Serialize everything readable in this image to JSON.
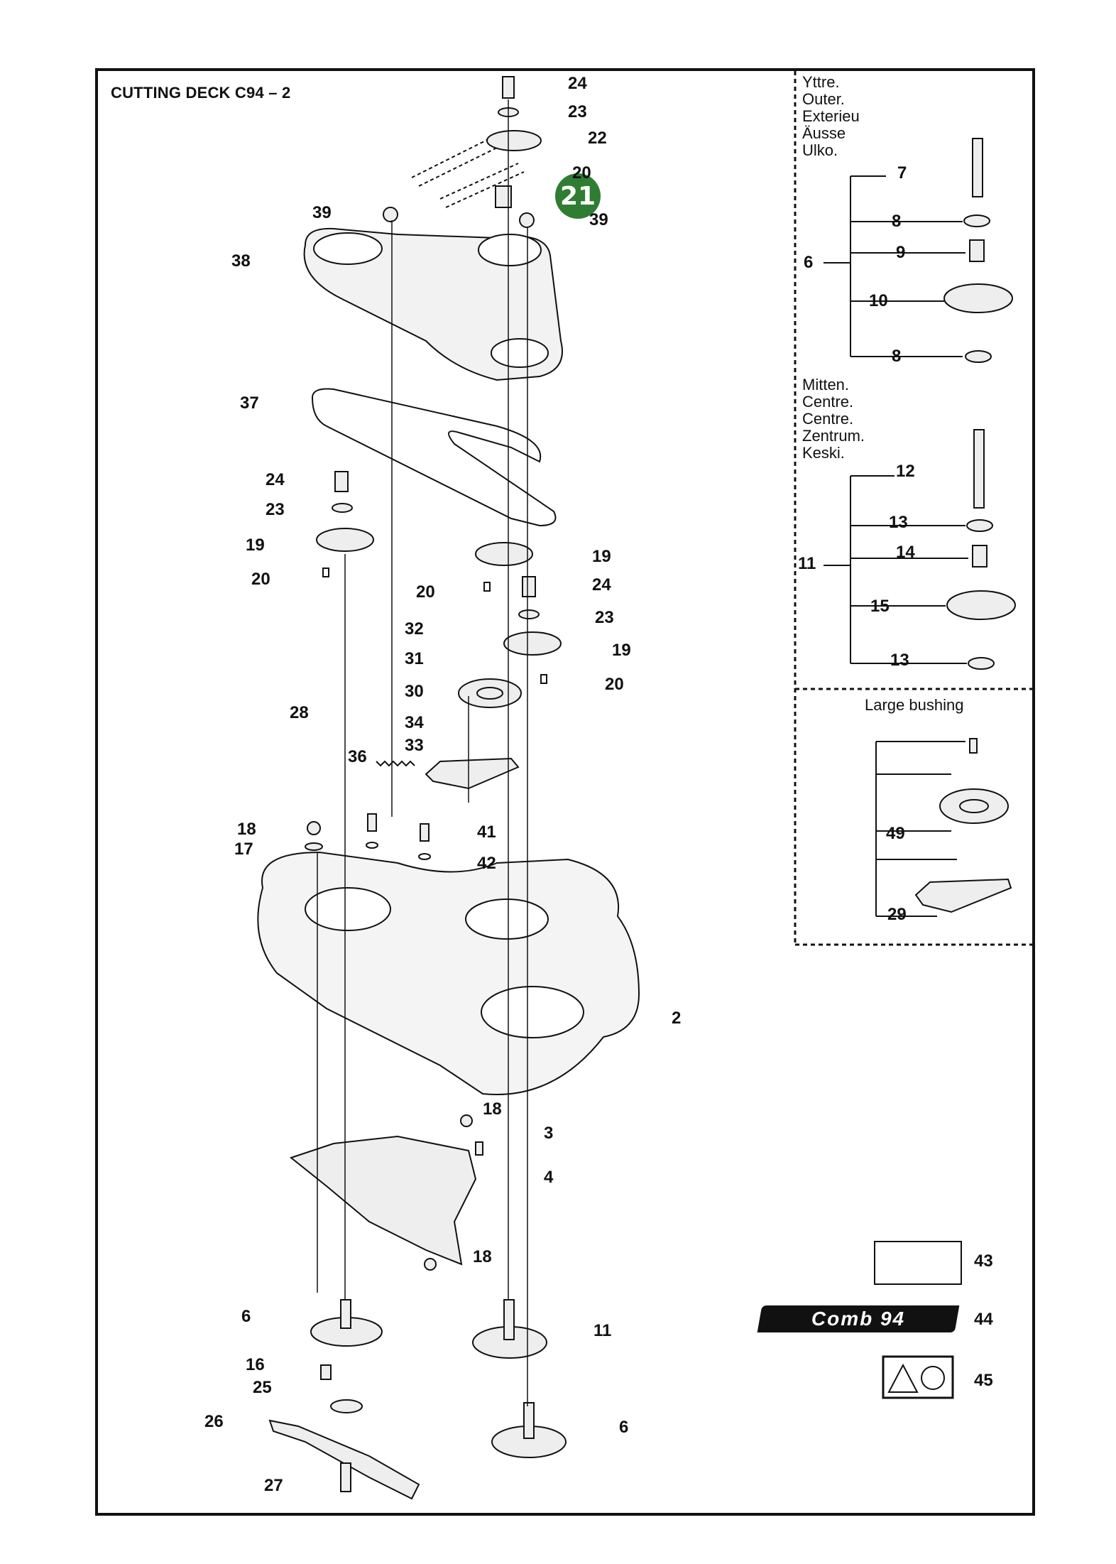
{
  "title": "CUTTING DECK C94 – 2",
  "highlight": {
    "label": "21",
    "color": "#2f7d32"
  },
  "sections": {
    "outer": [
      "Yttre.",
      "Outer.",
      "Exterieu",
      "Äusse",
      "Ulko."
    ],
    "centre": [
      "Mitten.",
      "Centre.",
      "Centre.",
      "Zentrum.",
      "Keski."
    ],
    "large_bushing": "Large bushing"
  },
  "decal_text": "Comb 94",
  "labels": [
    {
      "id": "l24a",
      "text": "24"
    },
    {
      "id": "l23a",
      "text": "23"
    },
    {
      "id": "l22",
      "text": "22"
    },
    {
      "id": "l20a",
      "text": "20"
    },
    {
      "id": "l39a",
      "text": "39"
    },
    {
      "id": "l39b",
      "text": "39"
    },
    {
      "id": "l38",
      "text": "38"
    },
    {
      "id": "l37",
      "text": "37"
    },
    {
      "id": "l24b",
      "text": "24"
    },
    {
      "id": "l23b",
      "text": "23"
    },
    {
      "id": "l19a",
      "text": "19"
    },
    {
      "id": "l20b",
      "text": "20"
    },
    {
      "id": "l19b",
      "text": "19"
    },
    {
      "id": "l20c",
      "text": "20"
    },
    {
      "id": "l24c",
      "text": "24"
    },
    {
      "id": "l23c",
      "text": "23"
    },
    {
      "id": "l19c",
      "text": "19"
    },
    {
      "id": "l20d",
      "text": "20"
    },
    {
      "id": "l32",
      "text": "32"
    },
    {
      "id": "l31",
      "text": "31"
    },
    {
      "id": "l30",
      "text": "30"
    },
    {
      "id": "l28",
      "text": "28"
    },
    {
      "id": "l34",
      "text": "34"
    },
    {
      "id": "l33",
      "text": "33"
    },
    {
      "id": "l36",
      "text": "36"
    },
    {
      "id": "l18a",
      "text": "18"
    },
    {
      "id": "l17",
      "text": "17"
    },
    {
      "id": "l41",
      "text": "41"
    },
    {
      "id": "l42",
      "text": "42"
    },
    {
      "id": "l2",
      "text": "2"
    },
    {
      "id": "l18b",
      "text": "18"
    },
    {
      "id": "l3",
      "text": "3"
    },
    {
      "id": "l4",
      "text": "4"
    },
    {
      "id": "l18c",
      "text": "18"
    },
    {
      "id": "l6a",
      "text": "6"
    },
    {
      "id": "l11a",
      "text": "11"
    },
    {
      "id": "l16",
      "text": "16"
    },
    {
      "id": "l25",
      "text": "25"
    },
    {
      "id": "l26",
      "text": "26"
    },
    {
      "id": "l6b",
      "text": "6"
    },
    {
      "id": "l27",
      "text": "27"
    },
    {
      "id": "l7",
      "text": "7"
    },
    {
      "id": "l8a",
      "text": "8"
    },
    {
      "id": "l9",
      "text": "9"
    },
    {
      "id": "l6c",
      "text": "6"
    },
    {
      "id": "l10",
      "text": "10"
    },
    {
      "id": "l8b",
      "text": "8"
    },
    {
      "id": "l12",
      "text": "12"
    },
    {
      "id": "l13a",
      "text": "13"
    },
    {
      "id": "l14",
      "text": "14"
    },
    {
      "id": "l11b",
      "text": "11"
    },
    {
      "id": "l15",
      "text": "15"
    },
    {
      "id": "l13b",
      "text": "13"
    },
    {
      "id": "l49",
      "text": "49"
    },
    {
      "id": "l29",
      "text": "29"
    },
    {
      "id": "l43",
      "text": "43"
    },
    {
      "id": "l44",
      "text": "44"
    },
    {
      "id": "l45",
      "text": "45"
    }
  ]
}
